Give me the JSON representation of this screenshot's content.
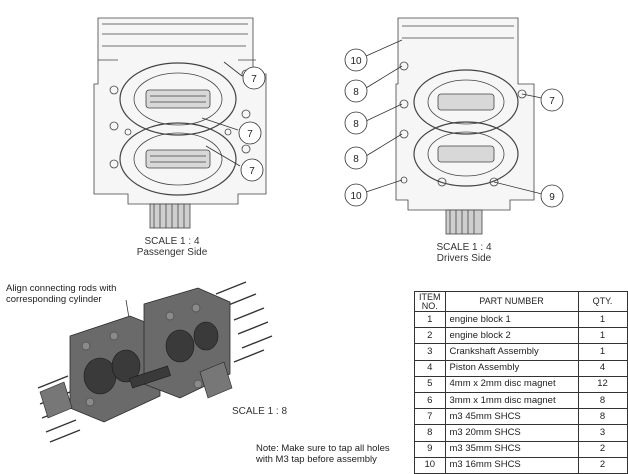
{
  "views": {
    "left": {
      "scale": "SCALE 1 : 4",
      "name": "Passenger Side",
      "balloons": [
        "7",
        "7",
        "7"
      ]
    },
    "right": {
      "scale": "SCALE 1 : 4",
      "name": "Drivers Side",
      "balloons": [
        "10",
        "8",
        "8",
        "8",
        "10",
        "7",
        "9"
      ]
    },
    "iso": {
      "scale": "SCALE 1 : 8"
    }
  },
  "notes": {
    "align_line1": "Align connecting rods with",
    "align_line2": "corresponding cylinder",
    "tap_line1": "Note: Make sure to tap all holes",
    "tap_line2": "with M3 tap before assembly"
  },
  "bom": {
    "headers": {
      "item_line1": "ITEM",
      "item_line2": "NO.",
      "part": "PART NUMBER",
      "qty": "QTY."
    },
    "rows": [
      {
        "item": "1",
        "part": "engine block 1",
        "qty": "1"
      },
      {
        "item": "2",
        "part": "engine block 2",
        "qty": "1"
      },
      {
        "item": "3",
        "part": "Crankshaft Assembly",
        "qty": "1"
      },
      {
        "item": "4",
        "part": "Piston Assembly",
        "qty": "4"
      },
      {
        "item": "5",
        "part": "4mm x 2mm disc magnet",
        "qty": "12"
      },
      {
        "item": "6",
        "part": "3mm x 1mm disc magnet",
        "qty": "8"
      },
      {
        "item": "7",
        "part": "m3 45mm SHCS",
        "qty": "8"
      },
      {
        "item": "8",
        "part": "m3 20mm SHCS",
        "qty": "3"
      },
      {
        "item": "9",
        "part": "m3 35mm SHCS",
        "qty": "2"
      },
      {
        "item": "10",
        "part": "m3 16mm SHCS",
        "qty": "2"
      }
    ]
  }
}
